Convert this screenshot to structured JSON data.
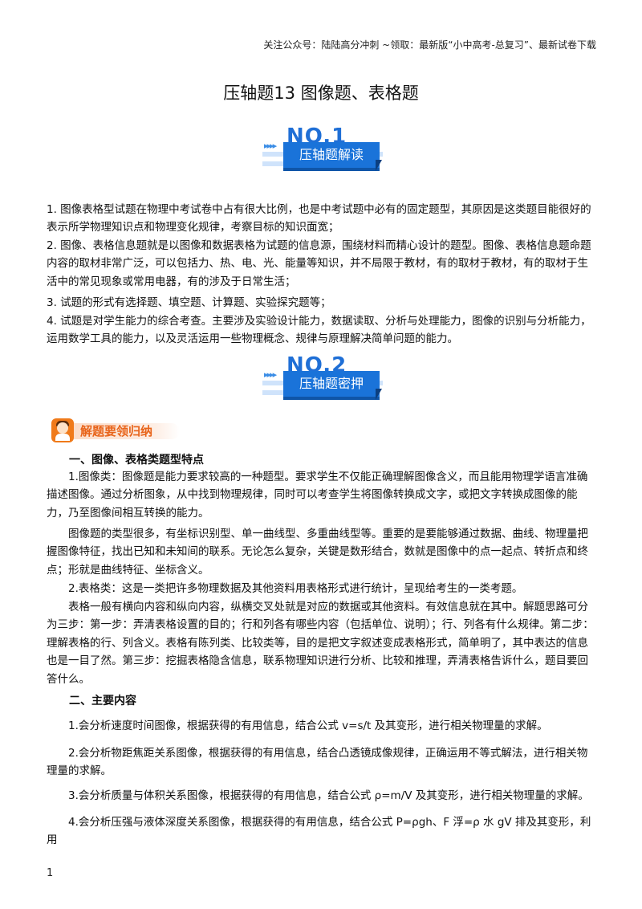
{
  "header": {
    "text": "关注公众号：陆陆高分冲刺 ~领取：最新版“小中高考-总复习”、最新试卷下载"
  },
  "title": "压轴题13 图像题、表格题",
  "banner1": {
    "number": "NO.1",
    "label": "压轴题解读"
  },
  "intro": [
    "1. 图像表格型试题在物理中考试卷中占有很大比例，也是中考试题中必有的固定题型，其原因是这类题目能很好的表示所学物理知识点和物理变化规律，考察目标的知识面宽；",
    "2. 图像、表格信息题就是以图像和数据表格为试题的信息源，围绕材料而精心设计的题型。图像、表格信息题命题内容的取材非常广泛，可以包括力、热、电、光、能量等知识，并不局限于教材，有的取材于教材，有的取材于生活中的常见现象或常用电器，有的涉及于日常生活；",
    "3. 试题的形式有选择题、填空题、计算题、实验探究题等；",
    "4. 试题是对学生能力的综合考查。主要涉及实验设计能力，数据读取、分析与处理能力，图像的识别与分析能力，运用数学工具的能力，以及灵活运用一些物理概念、规律与原理解决简单问题的能力。"
  ],
  "banner2": {
    "number": "NO.2",
    "label": "压轴题密押"
  },
  "section_tag": "解题要领归纳",
  "part1": {
    "heading": "一、图像、表格类题型特点",
    "paragraphs": [
      "1.图像类：图像题是能力要求较高的一种题型。要求学生不仅能正确理解图像含义，而且能用物理学语言准确描述图像。通过分析图象，从中找到物理规律，同时可以考查学生将图像转换成文字，或把文字转换成图像的能力，乃至图像间相互转换的能力。",
      "图像题的类型很多，有坐标识别型、单一曲线型、多重曲线型等。重要的是要能够通过数据、曲线、物理量把握图像特征，找出已知和未知间的联系。无论怎么复杂，关键是数形结合，数就是图像中的点一起点、转折点和终点；形就是曲线特征、坐标含义。",
      "2.表格类：这是一类把许多物理数据及其他资料用表格形式进行统计，呈现给考生的一类考题。",
      "表格一般有横向内容和纵向内容，纵横交叉处就是对应的数据或其他资料。有效信息就在其中。解题思路可分为三步：第一步：弄清表格设置的目的；行和列各有哪些内容（包括单位、说明）；行、列各有什么规律。第二步：理解表格的行、列含义。表格有陈列类、比较类等，目的是把文字叙述变成表格形式，简单明了，其中表达的信息也是一目了然。第三步：挖掘表格隐含信息，联系物理知识进行分析、比较和推理，弄清表格告诉什么，题目要回答什么。"
    ]
  },
  "part2": {
    "heading": "二、主要内容",
    "items": [
      "1.会分析速度时间图像，根据获得的有用信息，结合公式 v=s/t 及其变形，进行相关物理量的求解。",
      "2.会分析物距焦距关系图像，根据获得的有用信息，结合凸透镜成像规律，正确运用不等式解法，进行相关物理量的求解。",
      "3.会分析质量与体积关系图像，根据获得的有用信息，结合公式 ρ=m/V 及其变形，进行相关物理量的求解。",
      "4.会分析压强与液体深度关系图像，根据获得的有用信息，结合公式 P=ρgh、F 浮=ρ 水 gV 排及其变形，利用"
    ]
  },
  "page_number": "1"
}
